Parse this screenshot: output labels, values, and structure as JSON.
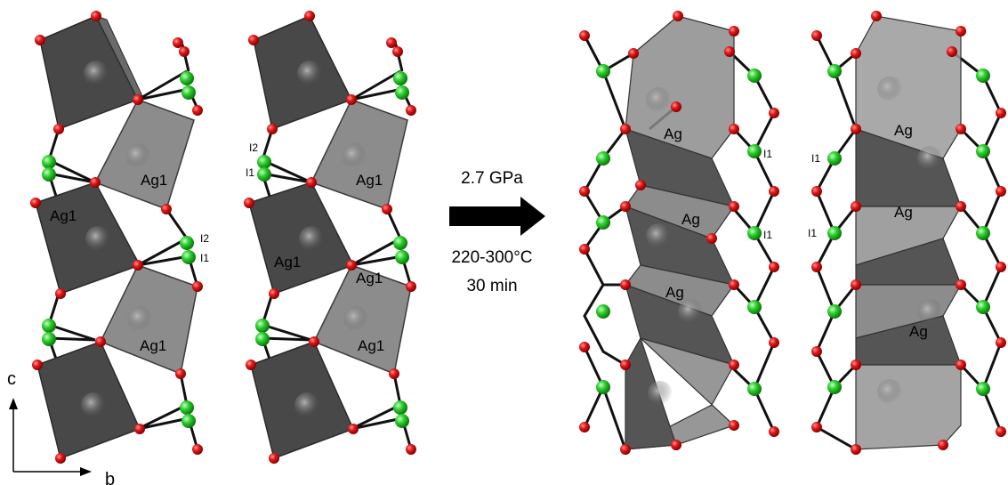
{
  "transformation": {
    "pressure": "2.7 GPa",
    "temperature": "220-300°C",
    "duration": "30 min"
  },
  "axes": {
    "vertical": "c",
    "horizontal": "b"
  },
  "before": {
    "column1": {
      "ag": [
        "Ag1",
        "Ag1",
        "Ag1"
      ],
      "iodine": [
        "I2",
        "I1"
      ]
    },
    "column2": {
      "ag": [
        "Ag1",
        "Ag1",
        "Ag1",
        "Ag1"
      ],
      "iodine": [
        "I2",
        "I1"
      ]
    }
  },
  "after": {
    "column1": {
      "ag": [
        "Ag",
        "Ag",
        "Ag"
      ],
      "iodine": [
        "I1",
        "I1"
      ]
    },
    "column2": {
      "ag": [
        "Ag",
        "Ag",
        "Ag"
      ],
      "iodine": [
        "I1",
        "I1"
      ]
    }
  },
  "colors": {
    "oxygen": "#d01010",
    "iodine": "#22c022",
    "polyhedron_dark": "#4a4a4a",
    "polyhedron_light": "#8a8a8a",
    "bond": "#111111"
  }
}
